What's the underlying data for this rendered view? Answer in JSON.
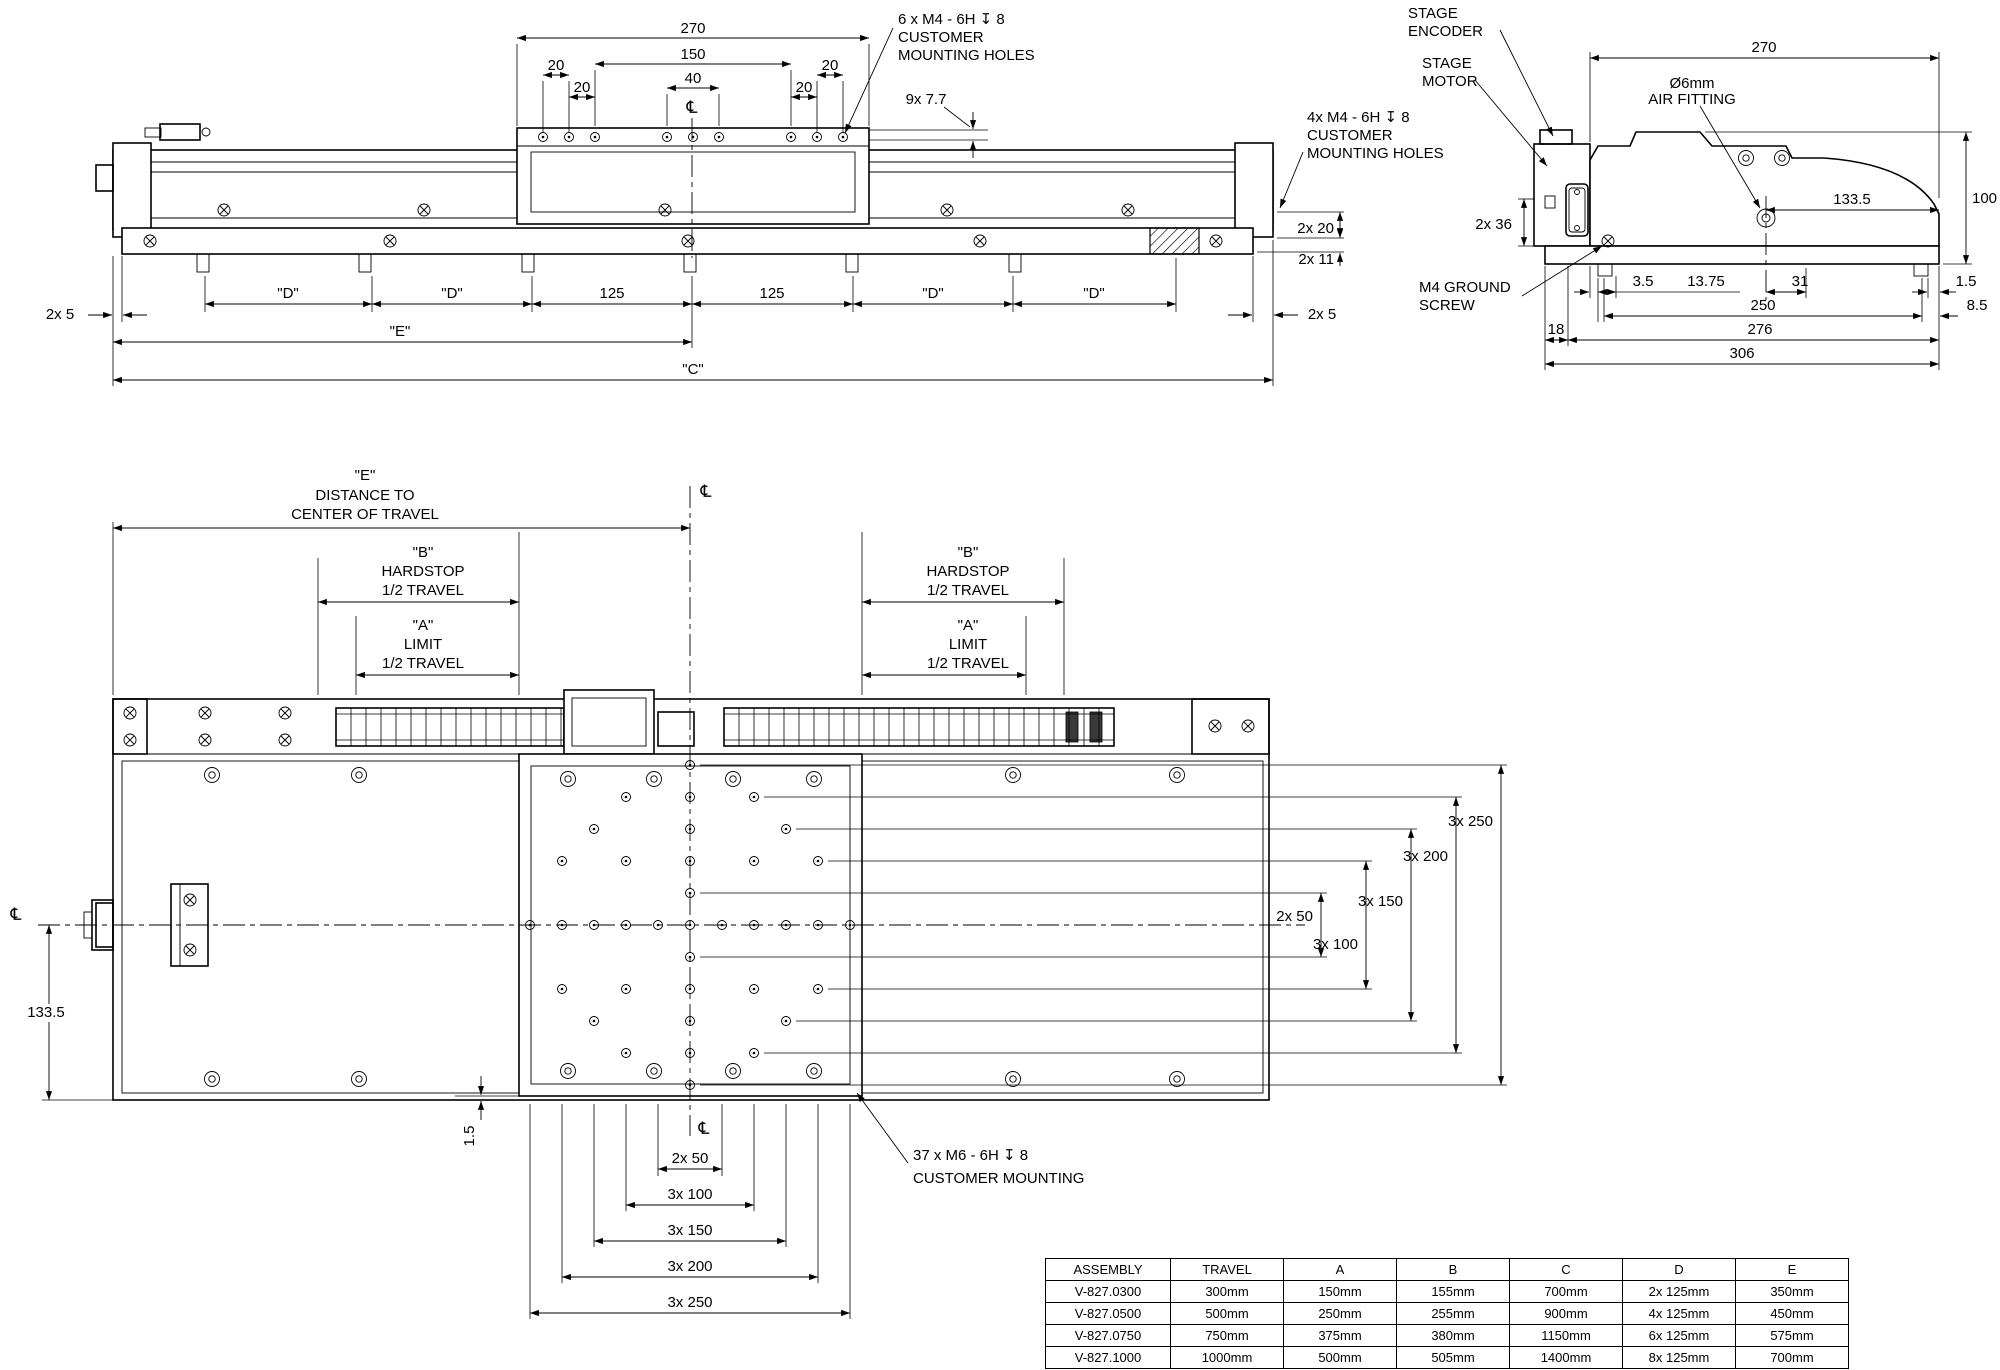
{
  "symbols": {
    "centerline": "℄"
  },
  "side_view": {
    "callout_top": {
      "line1": "6 x M4 - 6H ↧ 8",
      "line2": "CUSTOMER",
      "line3": "MOUNTING HOLES"
    },
    "callout_right": {
      "line1": "4x M4 - 6H ↧ 8",
      "line2": "CUSTOMER",
      "line3": "MOUNTING HOLES"
    },
    "dims": {
      "d270": "270",
      "d150": "150",
      "d40": "40",
      "d20": "20",
      "d9x77": "9x 7.7",
      "d2x20": "2x 20",
      "d2x11": "2x 11",
      "d2x5": "2x 5",
      "dD": "\"D\"",
      "d125": "125",
      "dE": "\"E\"",
      "dC": "\"C\""
    }
  },
  "end_view": {
    "labels": {
      "stage_encoder": [
        "STAGE",
        "ENCODER"
      ],
      "stage_motor": [
        "STAGE",
        "MOTOR"
      ],
      "air_fitting": [
        "Ø6mm",
        "AIR FITTING"
      ],
      "ground_screw": [
        "M4 GROUND",
        "SCREW"
      ]
    },
    "dims": {
      "d270": "270",
      "d100": "100",
      "d133_5": "133.5",
      "d2x36": "2x 36",
      "d3_5": "3.5",
      "d13_75": "13.75",
      "d31": "31",
      "d1_5": "1.5",
      "d250": "250",
      "d8_5": "8.5",
      "d18": "18",
      "d276": "276",
      "d306": "306"
    }
  },
  "plan_view": {
    "travel_center": [
      "\"E\"",
      "DISTANCE TO",
      "CENTER OF TRAVEL"
    ],
    "hardstop": [
      "\"B\"",
      "HARDSTOP",
      "1/2 TRAVEL"
    ],
    "limit": [
      "\"A\"",
      "LIMIT",
      "1/2 TRAVEL"
    ],
    "callout_mounting": [
      "37 x M6 - 6H ↧ 8",
      "CUSTOMER MOUNTING"
    ],
    "dims": {
      "d2x50": "2x 50",
      "d3x100": "3x 100",
      "d3x150": "3x 150",
      "d3x200": "3x 200",
      "d3x250": "3x 250",
      "d133_5": "133.5",
      "d1_5": "1.5"
    }
  },
  "table": {
    "headers": [
      "ASSEMBLY",
      "TRAVEL",
      "A",
      "B",
      "C",
      "D",
      "E"
    ],
    "rows": [
      [
        "V-827.0300",
        "300mm",
        "150mm",
        "155mm",
        "700mm",
        "2x 125mm",
        "350mm"
      ],
      [
        "V-827.0500",
        "500mm",
        "250mm",
        "255mm",
        "900mm",
        "4x 125mm",
        "450mm"
      ],
      [
        "V-827.0750",
        "750mm",
        "375mm",
        "380mm",
        "1150mm",
        "6x 125mm",
        "575mm"
      ],
      [
        "V-827.1000",
        "1000mm",
        "500mm",
        "505mm",
        "1400mm",
        "8x 125mm",
        "700mm"
      ]
    ]
  }
}
